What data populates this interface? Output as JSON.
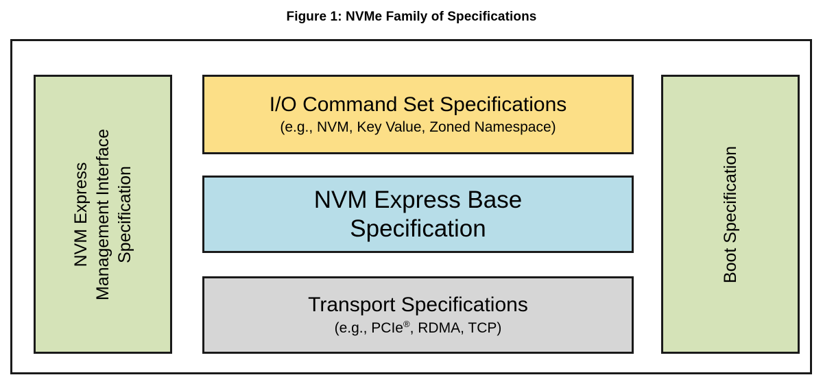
{
  "figure": {
    "title": "Figure 1: NVMe Family of Specifications"
  },
  "colors": {
    "io_command_set": "#fcdf87",
    "base": "#b7dde8",
    "transport": "#d6d6d6",
    "side": "#d5e3b8",
    "border": "#1a1a1a",
    "background": "#ffffff"
  },
  "boxes": {
    "management": {
      "line1": "NVM Express",
      "line2": "Management Interface",
      "line3": "Specification",
      "orientation": "vertical-bottom-to-top"
    },
    "io_command_set": {
      "title": "I/O Command Set Specifications",
      "examples": "(e.g., NVM, Key Value, Zoned Namespace)"
    },
    "base": {
      "line1": "NVM Express Base",
      "line2": "Specification"
    },
    "transport": {
      "title": "Transport Specifications",
      "examples_prefix": "(e.g., PCIe",
      "examples_sup": "®",
      "examples_suffix": ", RDMA, TCP)"
    },
    "boot": {
      "line1": "Boot Specification",
      "orientation": "vertical-bottom-to-top"
    }
  }
}
